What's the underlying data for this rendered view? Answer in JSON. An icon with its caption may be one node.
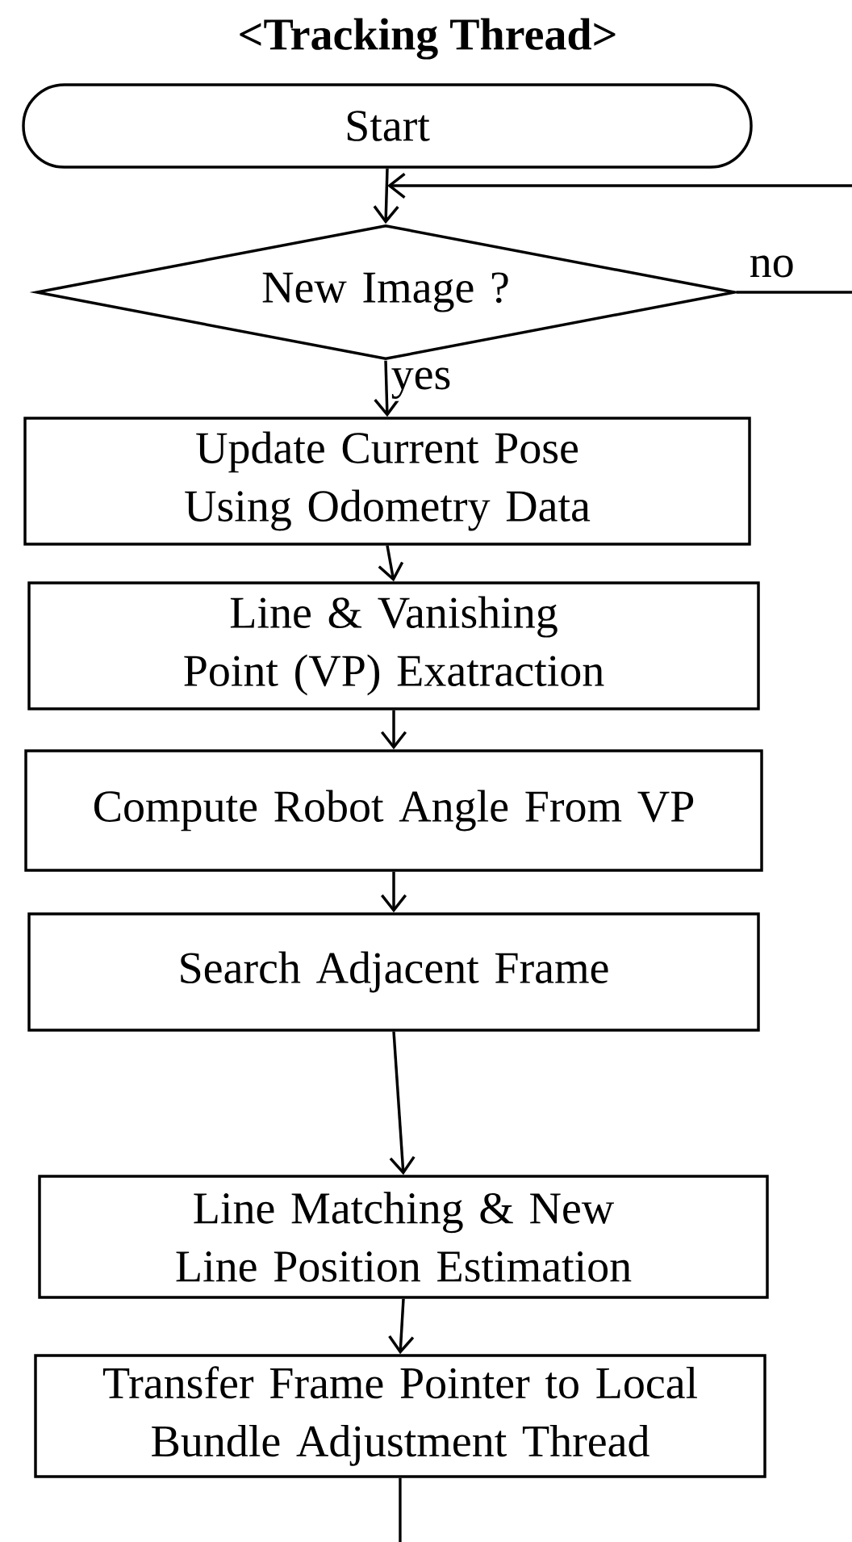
{
  "diagram": {
    "title": "<Tracking Thread>",
    "nodes": [
      {
        "text": [
          "Start"
        ]
      },
      {
        "text": [
          "New Image ?"
        ]
      },
      {
        "text": [
          "Update Current Pose Using Odometry Data"
        ]
      },
      {
        "text": [
          "Line & Vanishing Point (VP) Exatraction"
        ]
      },
      {
        "text": [
          "Compute Robot Angle From VP"
        ]
      },
      {
        "text": [
          "Search Adjacent Frame"
        ]
      },
      {
        "text": [
          "Line Matching & New Line Position Estimation"
        ]
      },
      {
        "text": [
          "Transfer Frame Pointer to Local Bundle Adjustment Thread"
        ]
      }
    ],
    "edges": [
      {
        "from": 0,
        "to": 1,
        "arrow": "to"
      },
      {
        "from": 1,
        "to": 2,
        "arrow": "to",
        "label": "yes"
      },
      {
        "from": 2,
        "to": 3,
        "arrow": "to"
      },
      {
        "from": 3,
        "to": 4,
        "arrow": "to"
      },
      {
        "from": 4,
        "to": 5,
        "arrow": "to"
      },
      {
        "from": 5,
        "to": 6,
        "arrow": "to"
      },
      {
        "from": 6,
        "to": 7,
        "arrow": "to"
      },
      {
        "from": 1,
        "to": null,
        "arrow": "none",
        "label": "no"
      },
      {
        "from": null,
        "to": 1,
        "arrow": "to"
      },
      {
        "from": 7,
        "to": null,
        "arrow": "none"
      }
    ]
  }
}
